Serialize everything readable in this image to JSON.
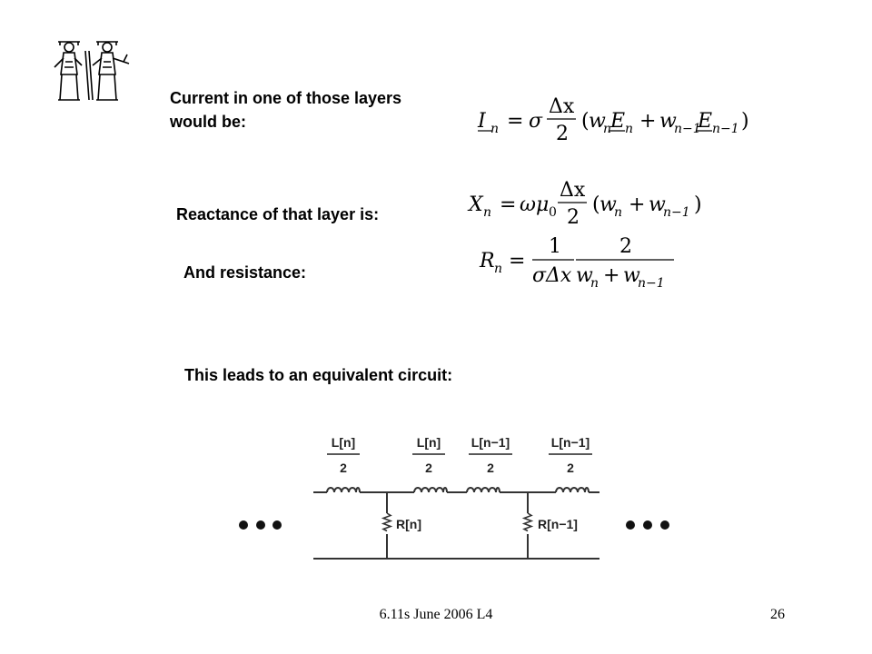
{
  "slide": {
    "label_current_1": "Current in one of those layers",
    "label_current_2": "would be:",
    "label_reactance": "Reactance of that layer is:",
    "label_resistance": "And resistance:",
    "label_circuit": "This leads to an equivalent circuit:"
  },
  "equations": {
    "current": {
      "lhs": "I",
      "lhs_sub": "n",
      "equals": "=",
      "sigma": "σ",
      "num": "Δx",
      "den": "2",
      "open_paren": "(",
      "w_n": "w",
      "w_n_sub": "n",
      "E_n": "E",
      "E_n_sub": "n",
      "plus": "+",
      "w_n1": "w",
      "w_n1_sub": "n−1",
      "E_n1": "E",
      "E_n1_sub": "n−1",
      "close_paren": ")"
    },
    "reactance": {
      "lhs": "X",
      "lhs_sub": "n",
      "equals": "=",
      "omega": "ω",
      "mu": "μ",
      "mu_sub": "0",
      "num": "Δx",
      "den": "2",
      "open_paren": "(",
      "w_n": "w",
      "w_n_sub": "n",
      "plus": "+",
      "w_n1": "w",
      "w_n1_sub": "n−1",
      "close_paren": ")"
    },
    "resistance": {
      "lhs": "R",
      "lhs_sub": "n",
      "equals": "=",
      "frac1_num": "1",
      "frac1_den": "σΔx",
      "frac2_num": "2",
      "frac2_den_w": "w",
      "frac2_den_w_sub": "n",
      "frac2_den_plus": "+",
      "frac2_den_w1": "w",
      "frac2_den_w1_sub": "n−1"
    }
  },
  "circuit": {
    "inductor_1_label": "L[n]",
    "inductor_1_den": "2",
    "inductor_2_label": "L[n]",
    "inductor_2_den": "2",
    "inductor_3_label": "L[n−1]",
    "inductor_3_den": "2",
    "inductor_4_label": "L[n−1]",
    "inductor_4_den": "2",
    "resistor_1_label": "R[n]",
    "resistor_2_label": "R[n−1]"
  },
  "footer": {
    "text": "6.11s June 2006 L4",
    "page_number": "26"
  }
}
